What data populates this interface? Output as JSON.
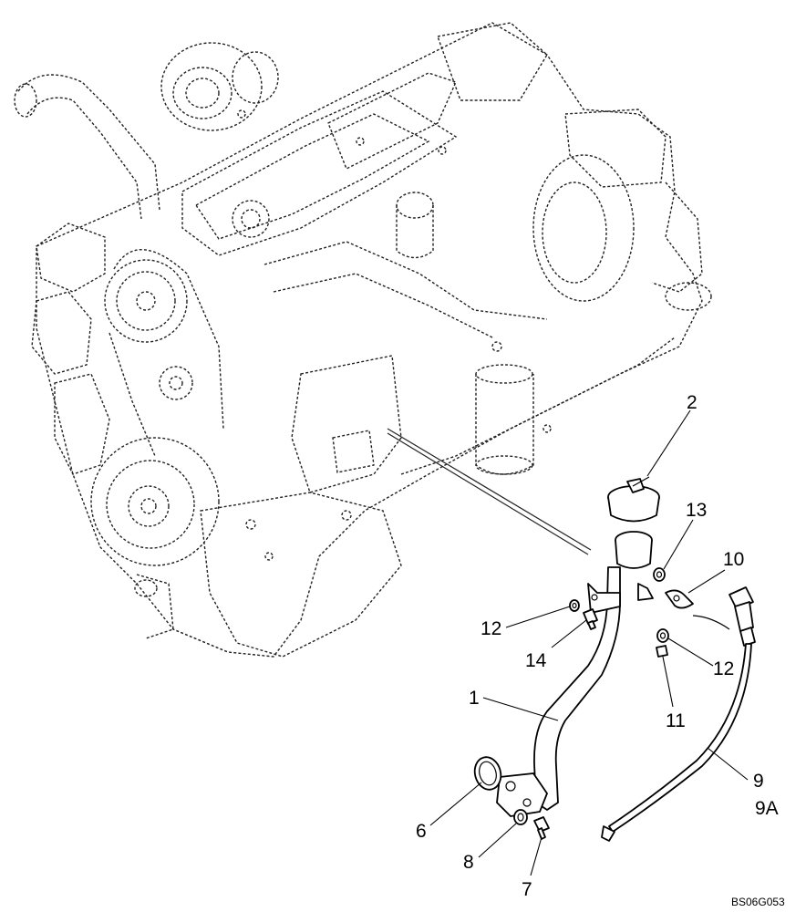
{
  "diagram": {
    "callouts": {
      "c1": "1",
      "c2": "2",
      "c6": "6",
      "c7": "7",
      "c8": "8",
      "c9": "9",
      "c9a": "9A",
      "c10": "10",
      "c11": "11",
      "c12a": "12",
      "c12b": "12",
      "c13": "13",
      "c14": "14"
    },
    "drawing_code": "BS06G053"
  }
}
